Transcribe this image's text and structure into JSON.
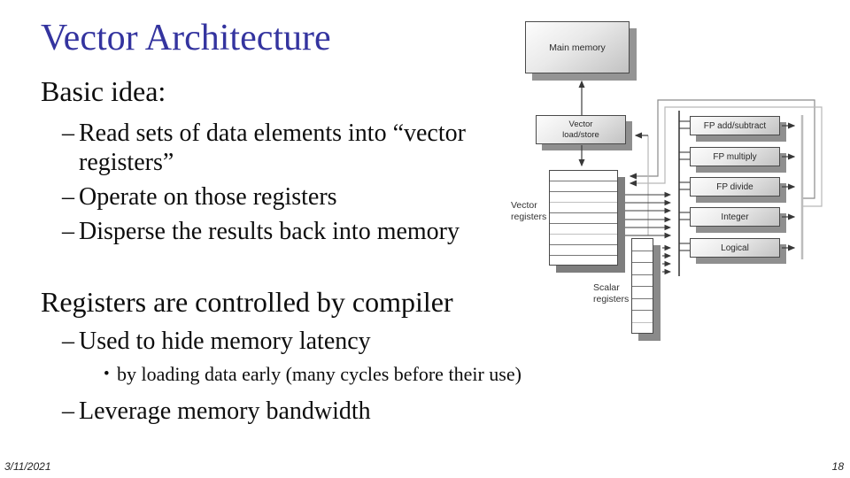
{
  "slide": {
    "title": "Vector Architecture",
    "heading1": "Basic idea:",
    "bullets1": [
      {
        "marker": "–",
        "text": "Read sets of data elements into “vector registers”"
      },
      {
        "marker": "–",
        "text": "Operate on those registers"
      },
      {
        "marker": "–",
        "text": "Disperse the results back into memory"
      }
    ],
    "heading2": "Registers are controlled by compiler",
    "bullet_used": {
      "marker": "–",
      "text": "Used to hide memory latency"
    },
    "sub_bullet": {
      "marker": "•",
      "text": "by loading data early (many cycles before their use)"
    },
    "bullet_leverage": {
      "marker": "–",
      "text": "Leverage memory bandwidth"
    },
    "footer_date": "3/11/2021",
    "page_number": "18",
    "colors": {
      "title_blue": "#34349f",
      "body_text": "#0d0d0d"
    }
  },
  "diagram": {
    "main_memory": "Main memory",
    "load_store": {
      "line1": "Vector",
      "line2": "load/store"
    },
    "vector_registers_label": {
      "line1": "Vector",
      "line2": "registers"
    },
    "scalar_registers_label": {
      "line1": "Scalar",
      "line2": "registers"
    },
    "functional_units": [
      "FP add/subtract",
      "FP multiply",
      "FP divide",
      "Integer",
      "Logical"
    ]
  }
}
